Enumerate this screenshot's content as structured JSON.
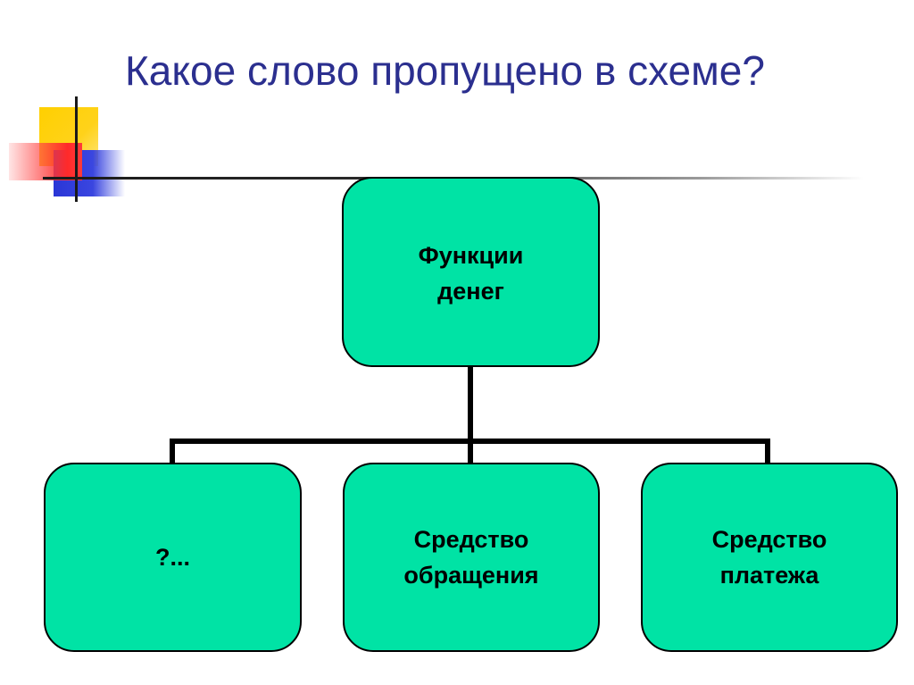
{
  "slide": {
    "title": "Какое слово пропущено в схеме?"
  },
  "diagram": {
    "root": {
      "label": "Функции\nденег"
    },
    "children": [
      {
        "label": "?..."
      },
      {
        "label": "Средство\nобращения"
      },
      {
        "label": "Средство\nплатежа"
      }
    ],
    "colors": {
      "box_fill": "#00e3a5",
      "box_border": "#000000",
      "title_text": "#2b2f8f"
    }
  }
}
